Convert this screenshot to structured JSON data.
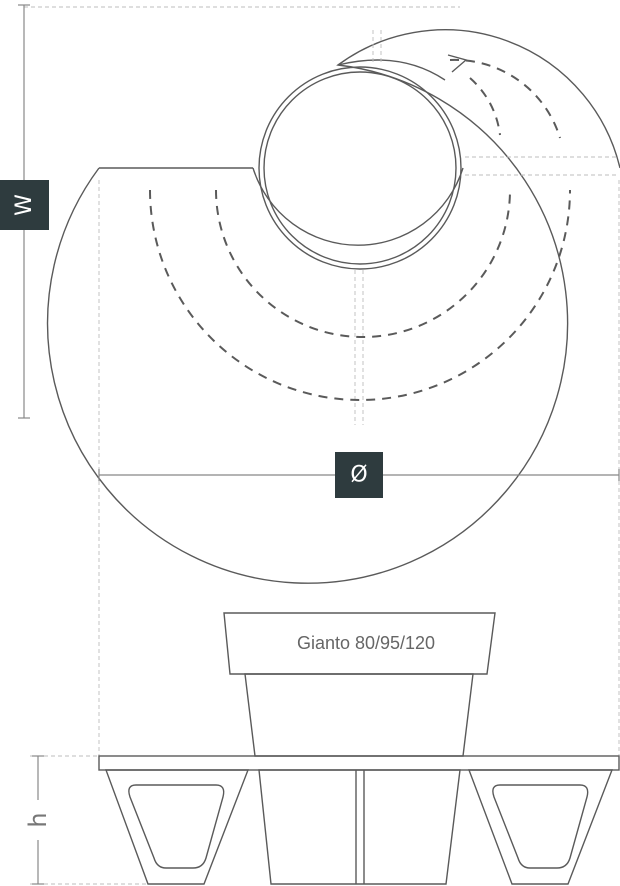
{
  "dimensions": {
    "width_label": "W",
    "diameter_label": "Ø",
    "height_label": "h"
  },
  "planter": {
    "label": "Gianto 80/95/120"
  },
  "colors": {
    "line": "#5a5a5a",
    "guide": "#bdbdbd",
    "badge": "#2e3b3e"
  }
}
